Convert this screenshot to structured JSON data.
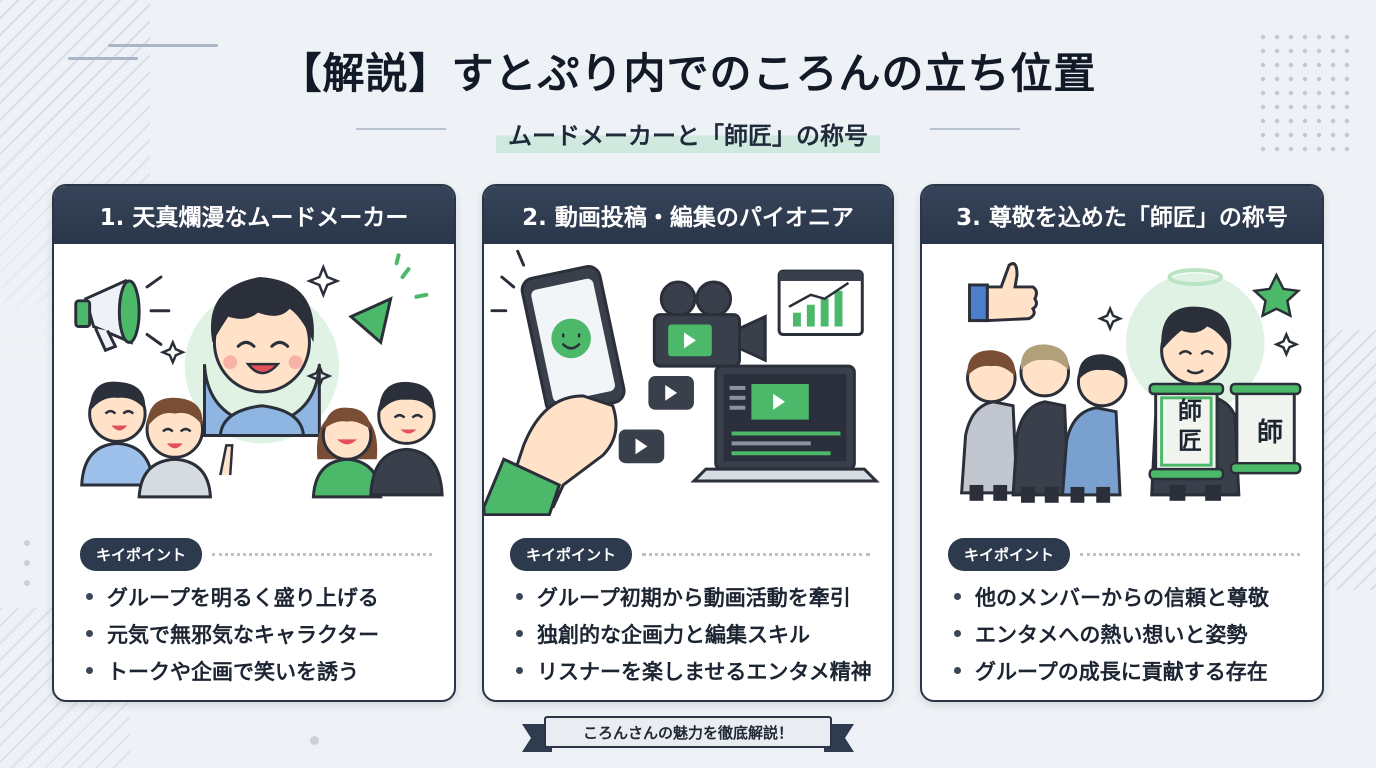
{
  "title": "【解説】すとぷり内でのころんの立ち位置",
  "subtitle": "ムードメーカーと「師匠」の称号",
  "key_point_label": "キイポイント",
  "cards": [
    {
      "heading": "1. 天真爛漫なムードメーカー",
      "points": [
        "グループを明るく盛り上げる",
        "元気で無邪気なキャラクター",
        "トークや企画で笑いを誘う"
      ]
    },
    {
      "heading": "2. 動画投稿・編集のパイオニア",
      "points": [
        "グループ初期から動画活動を牽引",
        "独創的な企画力と編集スキル",
        "リスナーを楽しませるエンタメ精神"
      ]
    },
    {
      "heading": "3. 尊敬を込めた「師匠」の称号",
      "points": [
        "他のメンバーからの信頼と尊敬",
        "エンタメへの熱い想いと姿勢",
        "グループの成長に貢献する存在"
      ]
    }
  ],
  "scroll_text_1": "師\n匠",
  "scroll_text_2": "師",
  "ribbon": "ころんさんの魅力を徹底解説！",
  "colors": {
    "accent_green": "#4cb86a",
    "header_dark": "#2a3649",
    "hair": "#2b2f3a",
    "skin": "#ffe2c8"
  }
}
